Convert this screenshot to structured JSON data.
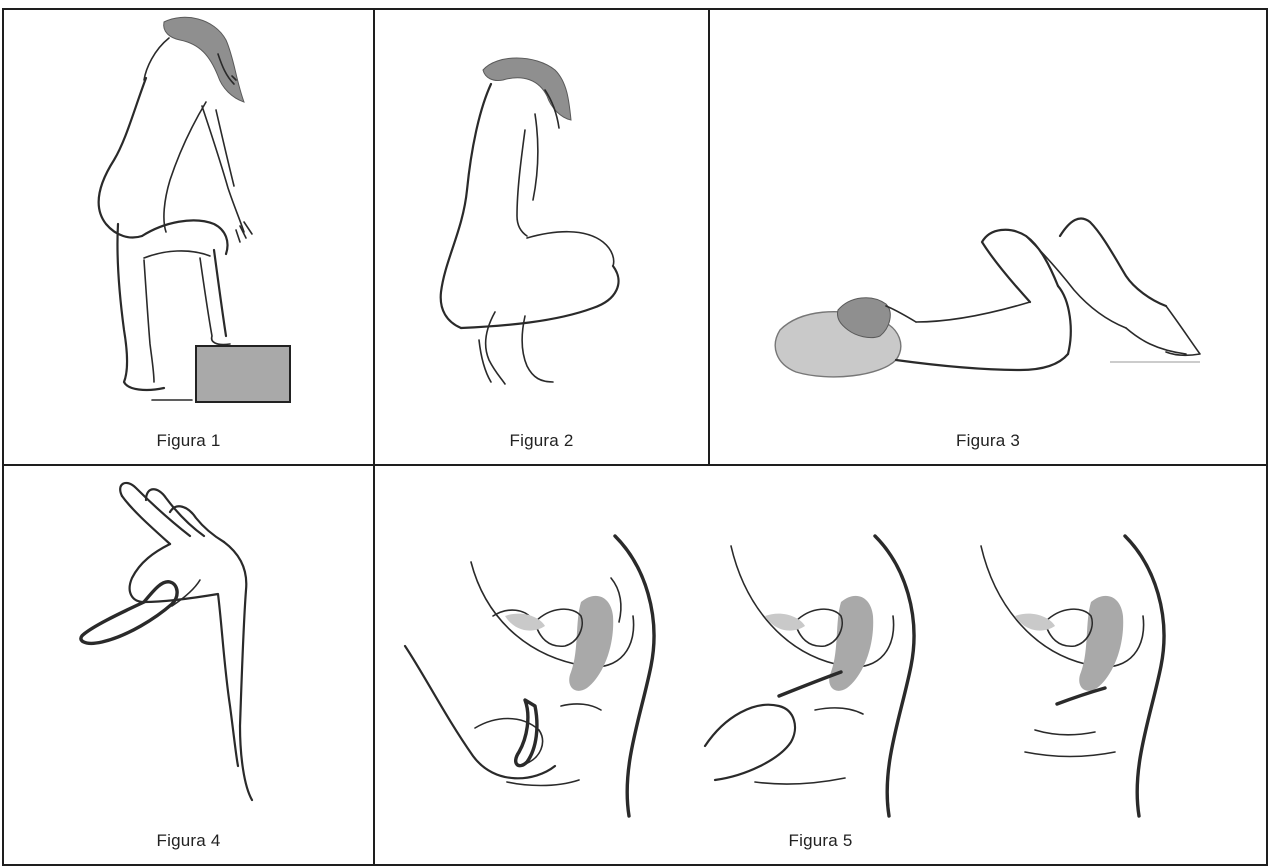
{
  "figures": [
    {
      "label": "Figura 1",
      "icon": "standing-leg-raised-illustration"
    },
    {
      "label": "Figura 2",
      "icon": "squatting-illustration"
    },
    {
      "label": "Figura 3",
      "icon": "lying-knees-bent-illustration"
    },
    {
      "label": "Figura 4",
      "icon": "folded-cup-in-hand-illustration"
    },
    {
      "label": "Figura 5",
      "icon": "insertion-cross-section-illustration"
    }
  ]
}
